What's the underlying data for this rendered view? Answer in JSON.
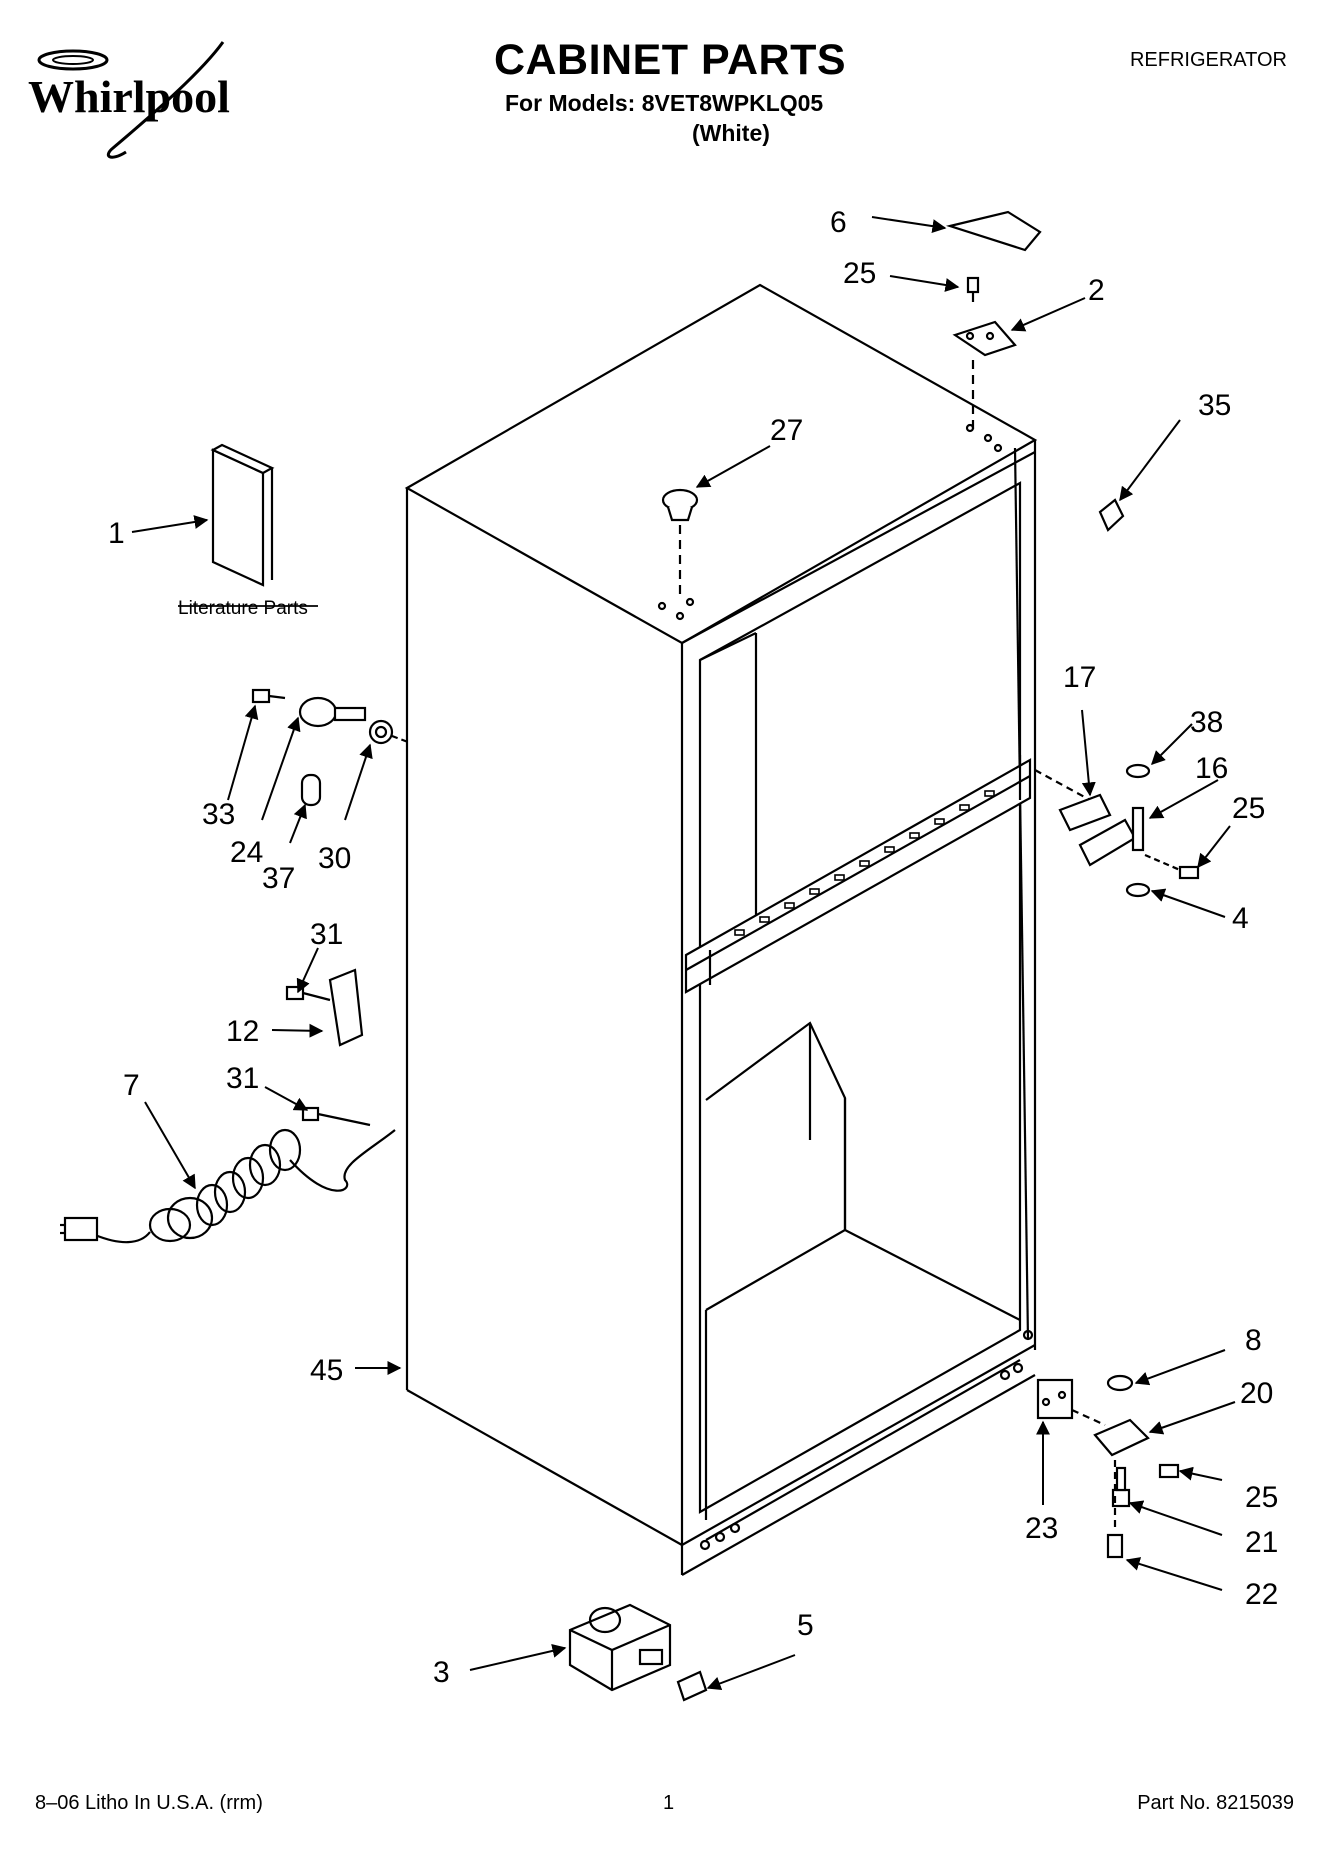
{
  "brand": {
    "logo_text": "Whirlpool"
  },
  "header": {
    "title": "CABINET PARTS",
    "models_line": "For Models: 8VET8WPKLQ05",
    "variant": "(White)",
    "category": "REFRIGERATOR"
  },
  "diagram": {
    "literature_label": "Literature Parts",
    "callouts": {
      "c1": "1",
      "c2": "2",
      "c3": "3",
      "c4": "4",
      "c5": "5",
      "c6": "6",
      "c7": "7",
      "c8": "8",
      "c12": "12",
      "c16": "16",
      "c17": "17",
      "c20": "20",
      "c21": "21",
      "c22": "22",
      "c23": "23",
      "c24": "24",
      "c25a": "25",
      "c25b": "25",
      "c25c": "25",
      "c27": "27",
      "c30": "30",
      "c31a": "31",
      "c31b": "31",
      "c33": "33",
      "c35": "35",
      "c37": "37",
      "c38": "38",
      "c45": "45"
    }
  },
  "footer": {
    "left": "8–06 Litho In U.S.A. (rrm)",
    "page": "1",
    "part_no": "Part No. 8215039"
  }
}
